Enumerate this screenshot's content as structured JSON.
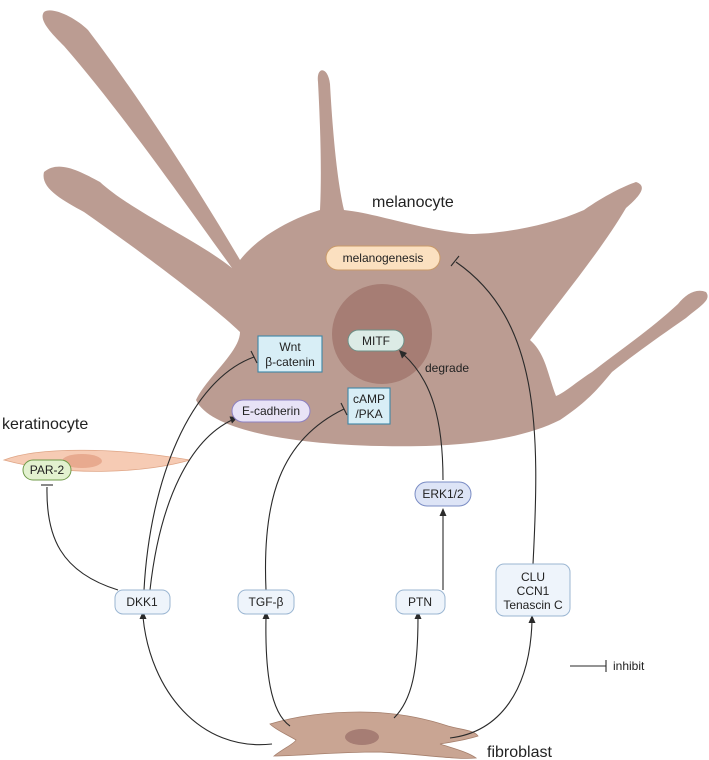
{
  "cells": {
    "melanocyte": "melanocyte",
    "keratinocyte": "keratinocyte",
    "fibroblast": "fibroblast"
  },
  "nodes": {
    "melanogenesis": "melanogenesis",
    "mitf": "MITF",
    "wnt_line1": "Wnt",
    "wnt_line2": "β-catenin",
    "e_cadherin": "E-cadherin",
    "camp_line1": "cAMP",
    "camp_line2": "/PKA",
    "par2": "PAR-2",
    "erk": "ERK1/2",
    "dkk1": "DKK1",
    "tgfb": "TGF-β",
    "ptn": "PTN",
    "clu_line1": "CLU",
    "clu_line2": "CCN1",
    "clu_line3": "Tenascin C"
  },
  "annotations": {
    "degrade": "degrade"
  },
  "legend": {
    "inhibit": "inhibit"
  },
  "colors": {
    "melanocyte_body": "#bb9c92",
    "nucleus": "#a67d74",
    "keratinocyte_body": "#f6cbb4",
    "fibroblast_body": "#c9a593",
    "box_blue_fill": "#d8eef6",
    "box_blue_stroke": "#3d86a6",
    "pill_light_fill": "#eef4fb",
    "pill_light_stroke": "#9bb6d2",
    "melanogenesis_fill": "#fbe0c0",
    "melanogenesis_stroke": "#c99a6a",
    "mitf_fill": "#dcebe6",
    "par2_fill": "#e2f1cf",
    "par2_stroke": "#6f9a49",
    "ecad_fill": "#e8e3f6",
    "ecad_stroke": "#8d80c2"
  }
}
